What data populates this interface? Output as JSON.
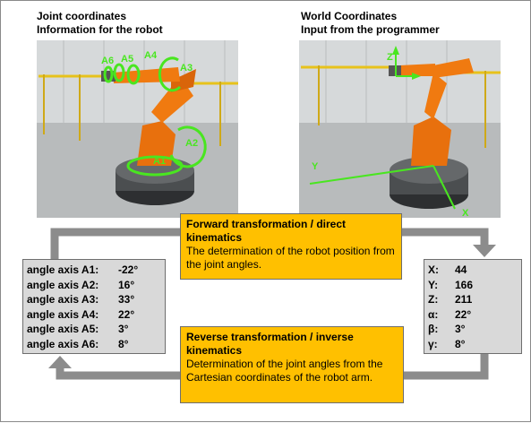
{
  "left_heading": {
    "line1": "Joint coordinates",
    "line2": "Information for the robot"
  },
  "right_heading": {
    "line1": "World Coordinates",
    "line2": "Input from the programmer"
  },
  "joint_labels": [
    "A6",
    "A5",
    "A4",
    "A3",
    "A2",
    "A1"
  ],
  "world_axis_labels": {
    "z": "Z",
    "y": "Y",
    "x": "X"
  },
  "joint_angles": [
    {
      "label": "angle axis A1:",
      "value": "-22°"
    },
    {
      "label": "angle axis A2:",
      "value": "16°"
    },
    {
      "label": "angle axis A3:",
      "value": "33°"
    },
    {
      "label": "angle axis A4:",
      "value": "22°"
    },
    {
      "label": "angle axis A5:",
      "value": "3°"
    },
    {
      "label": "angle axis A6:",
      "value": "8°"
    }
  ],
  "world_coordinates": [
    {
      "label": "X:",
      "value": "44"
    },
    {
      "label": "Y:",
      "value": "166"
    },
    {
      "label": "Z:",
      "value": "211"
    },
    {
      "label": "α:",
      "value": "22°"
    },
    {
      "label": "β:",
      "value": "3°"
    },
    {
      "label": "γ:",
      "value": "8°"
    }
  ],
  "forward": {
    "title": "Forward transformation  / direct kinematics",
    "text": "The determination of the robot position from the joint angles."
  },
  "reverse": {
    "title": "Reverse transformation  / inverse kinematics",
    "text": "Determination of the joint angles from the Cartesian coordinates of the robot arm."
  },
  "colors": {
    "robot_orange": "#f07a10",
    "callout_fill": "#ffc000",
    "box_fill": "#d9d9d9",
    "arrow_gray": "#8c8c8c",
    "joint_green": "#49e620"
  }
}
